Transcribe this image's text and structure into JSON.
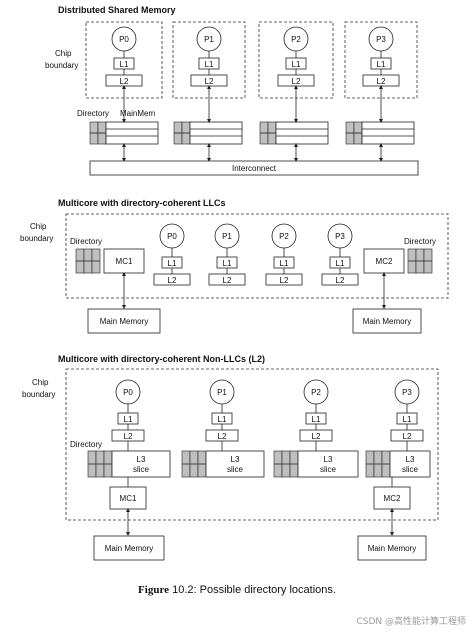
{
  "sections": {
    "s1_title": "Distributed Shared Memory",
    "s2_title": "Multicore with directory-coherent LLCs",
    "s3_title": "Multicore with directory-coherent Non-LLCs (L2)"
  },
  "labels": {
    "chip": "Chip",
    "boundary": "boundary",
    "directory": "Directory",
    "mainmem": "MainMem",
    "interconnect": "Interconnect",
    "main_memory": "Main Memory",
    "l1": "L1",
    "l2": "L2",
    "l3": "L3",
    "slice": "slice",
    "mc1": "MC1",
    "mc2": "MC2"
  },
  "processors": [
    "P0",
    "P1",
    "P2",
    "P3"
  ],
  "caption": {
    "figure": "Figure",
    "number": "10.2:",
    "text": "Possible directory locations."
  },
  "watermark": "CSDN @高性能计算工程师"
}
